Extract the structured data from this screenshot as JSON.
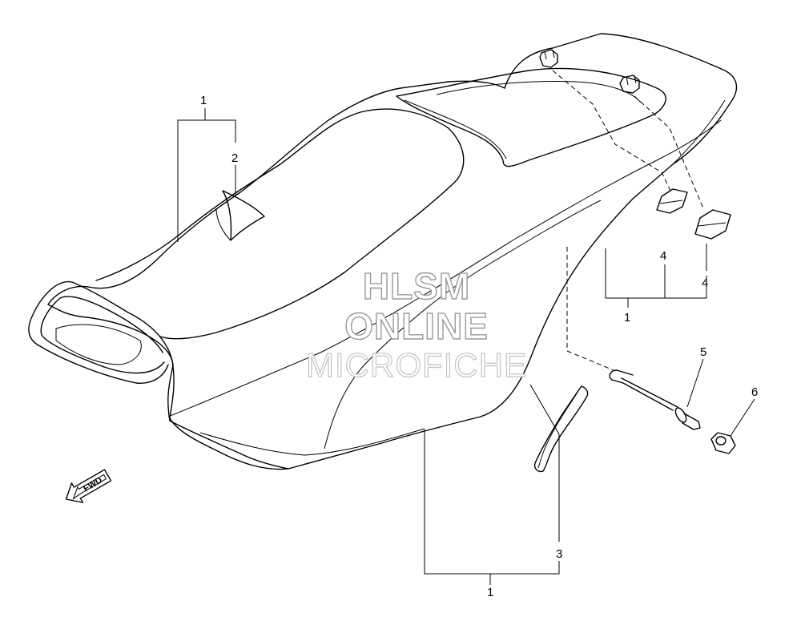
{
  "diagram": {
    "callouts": {
      "c1_top": "1",
      "c2": "2",
      "c1_right": "1",
      "c4_left": "4",
      "c4_right": "4",
      "c5": "5",
      "c6": "6",
      "c3": "3",
      "c1_bottom": "1"
    },
    "fwd_label": "FWD"
  },
  "watermark": {
    "line1": "HLSM",
    "line2": "ONLINE",
    "line3": "MICROFICHE"
  }
}
